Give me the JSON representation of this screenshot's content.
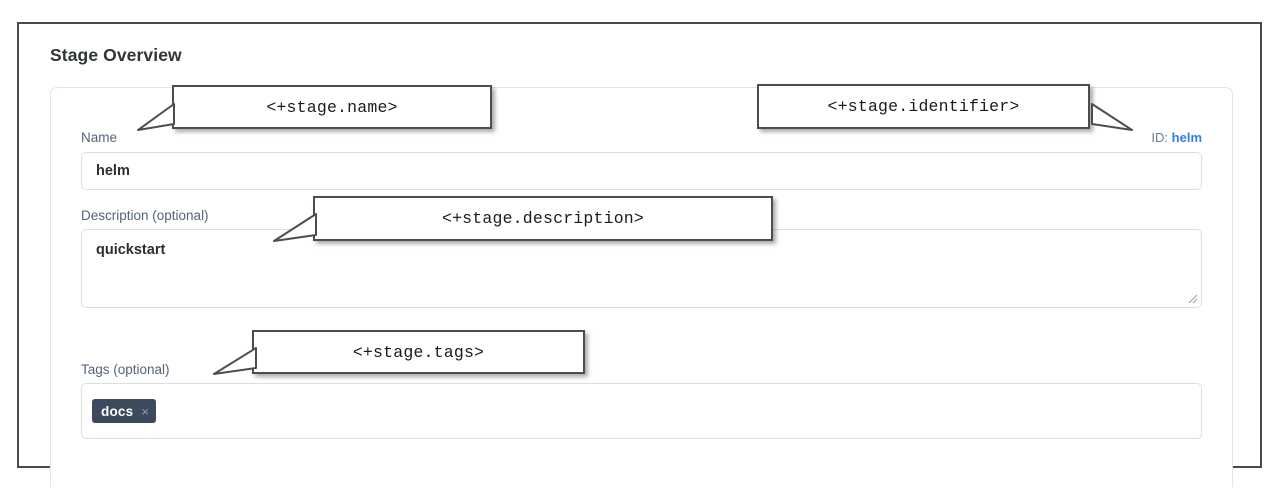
{
  "page": {
    "title": "Stage Overview"
  },
  "form": {
    "name": {
      "label": "Name",
      "value": "helm",
      "placeholder": ""
    },
    "identifier": {
      "key": "ID:",
      "value": "helm"
    },
    "description": {
      "label": "Description (optional)",
      "value": "quickstart",
      "placeholder": ""
    },
    "tags": {
      "label": "Tags (optional)",
      "chips": [
        {
          "text": "docs",
          "remove": "×"
        }
      ],
      "placeholder": ""
    }
  },
  "annotations": [
    {
      "name": "stage-name",
      "text": "<+stage.name>"
    },
    {
      "name": "stage-identifier",
      "text": "<+stage.identifier>"
    },
    {
      "name": "stage-description",
      "text": "<+stage.description>"
    },
    {
      "name": "stage-tags",
      "text": "<+stage.tags>"
    }
  ],
  "colors": {
    "label": "#54637a",
    "id_value": "#2e7fe8",
    "tag_chip_bg": "#3b4a5c",
    "frame_border": "#4a4a4a",
    "callout_border": "#4d4d4d"
  },
  "icons": {
    "resize_grip": "resize-grip-icon",
    "tag_remove": "close-icon"
  }
}
